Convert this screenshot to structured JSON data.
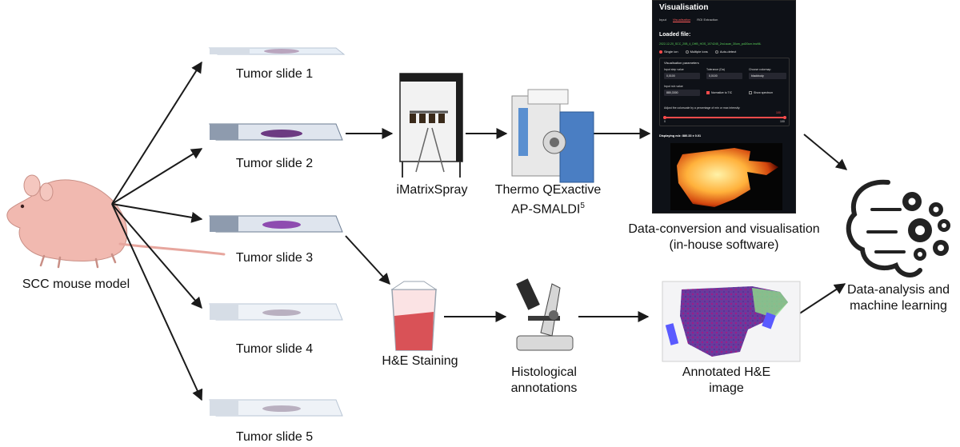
{
  "mouse": {
    "label": "SCC mouse model"
  },
  "slides": [
    {
      "label": "Tumor slide 1",
      "stain": "light"
    },
    {
      "label": "Tumor slide 2",
      "stain": "dark"
    },
    {
      "label": "Tumor slide 3",
      "stain": "medium"
    },
    {
      "label": "Tumor slide 4",
      "stain": "light"
    },
    {
      "label": "Tumor slide 5",
      "stain": "light"
    }
  ],
  "sprayer": {
    "label": "iMatrixSpray"
  },
  "mass_spec": {
    "label": "Thermo QExactive",
    "label2": "AP-SMALDI",
    "sup": "5"
  },
  "software": {
    "label": "Data-conversion and visualisation",
    "label2": "(in-house software)",
    "title": "Visualisation",
    "tabs": [
      "Input",
      "Visualisation",
      "ROI Extraction"
    ],
    "active_tab": 1,
    "loaded_label": "Loaded file:",
    "filename": "2022-12-20_SCC_20B_4_DHB_HOS_1074245_2nd-scan_30um_pol20um.imzML",
    "radio_options": [
      "Single ion",
      "Multiple ions",
      "Auto-detect"
    ],
    "params_title": "Visualisation parameters",
    "step_label": "Input step value",
    "step_value": "0,0100",
    "tolerance_label": "Tolerance (Da)",
    "tolerance_value": "0,0100",
    "colormap_label": "Choose colormap",
    "colormap_value": "blackbody",
    "mz_label": "Input m/z value",
    "mz_value": "880,3300",
    "normalize_label": "Normalize to TIC",
    "spectrum_label": "Show spectrum",
    "slider_label": "Adjust the colorscale by a percentage of min or max intensity:",
    "slider_min": "0",
    "slider_max": "100",
    "slider_value": "100",
    "displaying": "Displaying m/z: 880.33 ± 0.01"
  },
  "staining": {
    "label": "H&E Staining"
  },
  "microscope": {
    "label": "Histological",
    "label2": "annotations"
  },
  "annotated": {
    "label": "Annotated H&E",
    "label2": "image"
  },
  "ml": {
    "label": "Data-analysis and",
    "label2": "machine learning"
  },
  "colors": {
    "arrow": "#1a1a1a",
    "skin": "#f1b9b0",
    "stain_dark": "#6c3a82",
    "stain_purple": "#7b3f9a",
    "accent": "#ff4b4b"
  }
}
